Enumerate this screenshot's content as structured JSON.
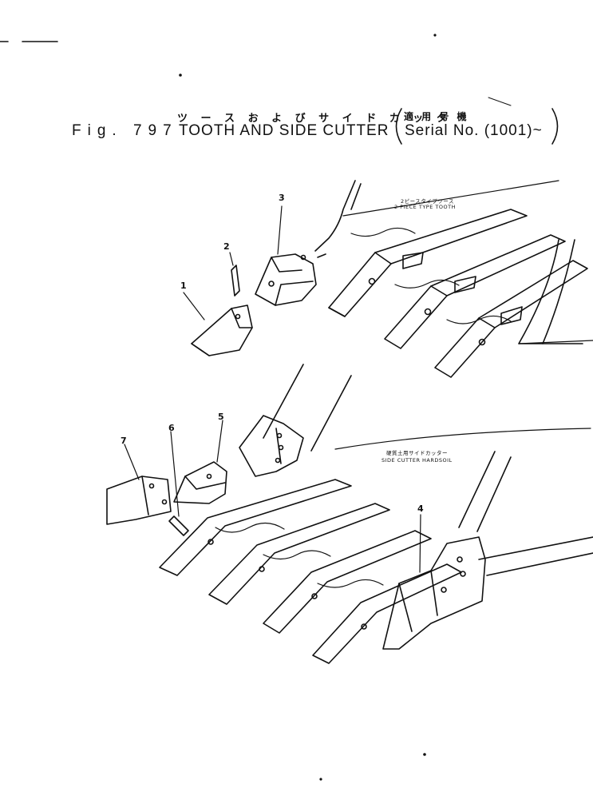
{
  "header": {
    "jp_title": "ツ ー ス  お よ び  サ イ ド  カ ッ タ",
    "jp_serial": "適 用 号 機",
    "fig_label": "Fig. 797",
    "title": "TOOTH AND SIDE CUTTER",
    "serial": "Serial No. (1001)~"
  },
  "callouts": {
    "upper_jp": "2ピースタイプツース",
    "upper_en": "2 PIECE TYPE TOOTH",
    "lower_jp": "硬質土用サイドカッター",
    "lower_en": "SIDE CUTTER HARDSOIL"
  },
  "parts": [
    {
      "id": "p1",
      "label": "1"
    },
    {
      "id": "p2",
      "label": "2"
    },
    {
      "id": "p3",
      "label": "3"
    },
    {
      "id": "p4",
      "label": "4"
    },
    {
      "id": "p5",
      "label": "5"
    },
    {
      "id": "p6",
      "label": "6"
    },
    {
      "id": "p7",
      "label": "7"
    }
  ]
}
